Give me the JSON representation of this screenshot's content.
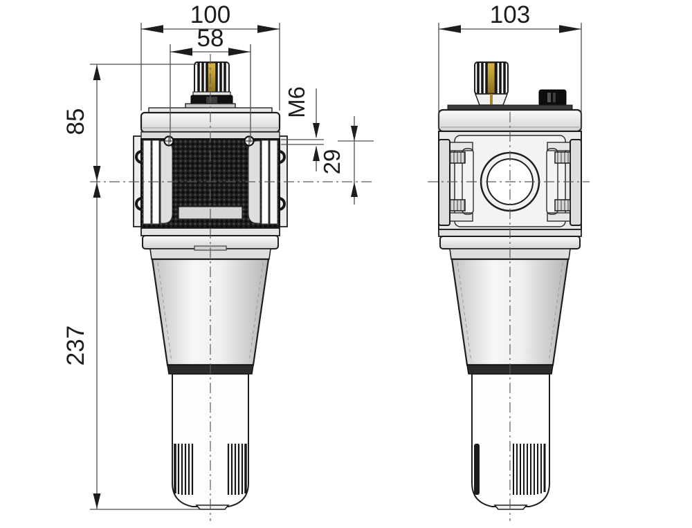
{
  "figure": {
    "views": {
      "front": {
        "dimensions": {
          "overall_width": "100",
          "mounting_hole_spacing": "58",
          "upper_height": "85",
          "mounting_thread": "M6",
          "port_axis_offset": "29",
          "lower_height": "237"
        }
      },
      "side": {
        "dimensions": {
          "overall_depth": "103"
        }
      }
    },
    "colors": {
      "outline": "#1d1d1d",
      "dimension_line": "#4d4d4d",
      "body_fill_light": "#ededed",
      "housing_dark": "#1d1d1d",
      "brass_pin": "#b5952f",
      "background": "#ffffff"
    }
  }
}
